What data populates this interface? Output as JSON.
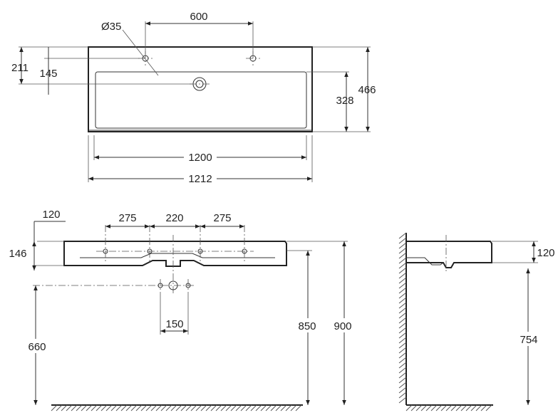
{
  "top_view": {
    "hole_diameter": "Ø35",
    "tap_spacing": "600",
    "edge_to_hole": "211",
    "edge_to_drain": "145",
    "bowl_depth": "328",
    "overall_depth": "466",
    "bowl_width": "1200",
    "overall_width": "1212"
  },
  "front_view": {
    "rim_from_top": "120",
    "thickness": "146",
    "spacing_left": "275",
    "spacing_center": "220",
    "spacing_right": "275",
    "waste_spacing": "150",
    "waste_height": "660",
    "underside_height": "850",
    "rim_height": "900"
  },
  "side_view": {
    "thickness": "120",
    "underside_height": "754"
  }
}
